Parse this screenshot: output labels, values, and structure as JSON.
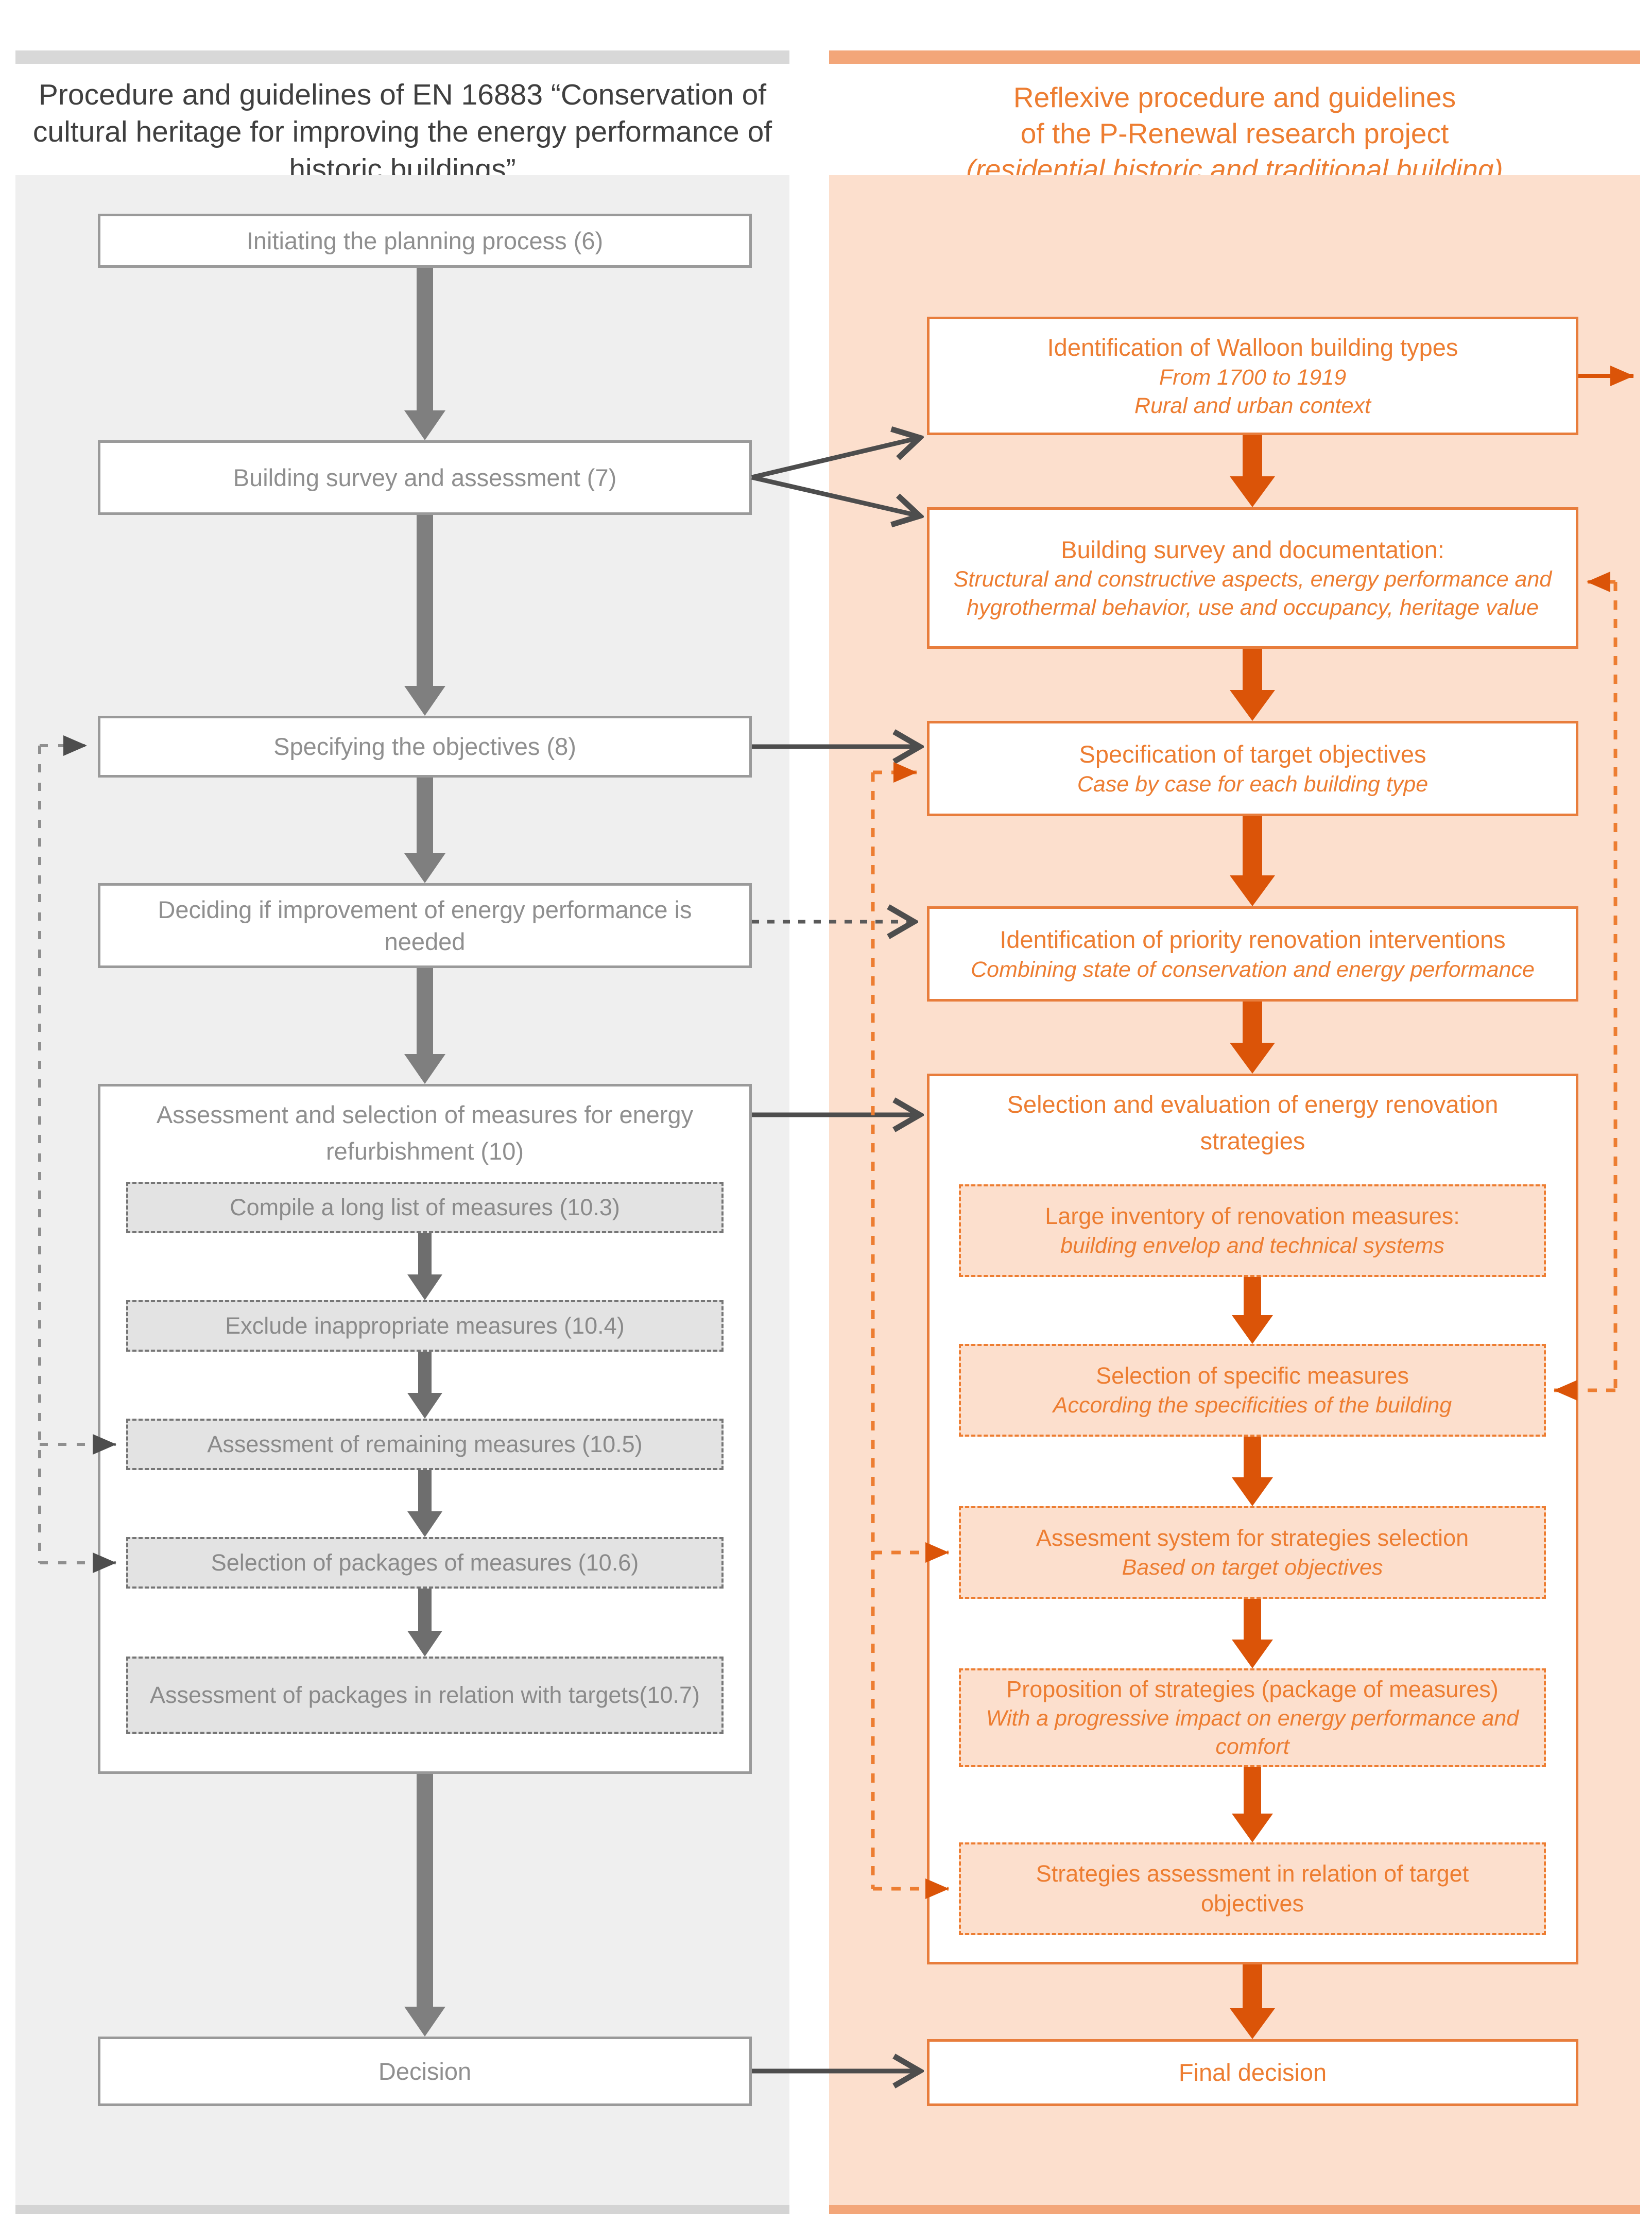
{
  "colors": {
    "accent_orange": "#ED7D31",
    "arrow_orange": "#DB5408",
    "panel_orange": "#fcdfcd",
    "bar_orange": "#f3a679",
    "arrow_gray": "#7f7f7f",
    "line_dark": "#4d4d4d",
    "panel_gray": "#efefef",
    "box_border_gray": "#9a9a9a"
  },
  "left": {
    "header_lines": [
      "Procedure and guidelines of EN 16883 “Conservation of",
      "cultural heritage for improving the energy performance of",
      "historic buildings”"
    ],
    "steps": [
      {
        "label": "Initiating the planning process (6)"
      },
      {
        "label": "Building survey and assessment (7)"
      },
      {
        "label": "Specifying the objectives (8)"
      },
      {
        "label": "Deciding if improvement of energy performance is needed"
      },
      {
        "label": "Decision"
      }
    ],
    "group": {
      "title": "Assessment and selection of measures for energy refurbishment (10)",
      "steps": [
        {
          "label": "Compile a long list of measures (10.3)"
        },
        {
          "label": "Exclude inappropriate measures (10.4)"
        },
        {
          "label": "Assessment of remaining measures (10.5)"
        },
        {
          "label": "Selection of packages of measures (10.6)"
        },
        {
          "label": "Assessment of packages in relation with targets(10.7)"
        }
      ]
    }
  },
  "right": {
    "header_lines": [
      "Reflexive procedure and guidelines",
      "of the P-Renewal research project"
    ],
    "header_note": "(residential historic and traditional building)",
    "steps": [
      {
        "title": "Identification of Walloon building types",
        "sub": "From 1700 to 1919",
        "sub2": "Rural and urban context"
      },
      {
        "title": "Building survey and documentation:",
        "sub": "Structural and constructive aspects, energy performance and hygrothermal behavior, use and occupancy, heritage value"
      },
      {
        "title": "Specification of target objectives",
        "sub": "Case by case for each building type"
      },
      {
        "title": "Identification of priority renovation interventions",
        "sub": "Combining state of conservation and energy performance"
      },
      {
        "title": "Final decision"
      }
    ],
    "group": {
      "title": "Selection and evaluation of energy renovation strategies",
      "steps": [
        {
          "title": "Large inventory of renovation measures:",
          "sub": "building envelop and technical systems"
        },
        {
          "title": "Selection of specific measures",
          "sub": "According the specificities of the building"
        },
        {
          "title": "Assesment system for strategies selection",
          "sub": "Based on target objectives"
        },
        {
          "title": "Proposition of strategies (package of measures)",
          "sub": "With a progressive impact on energy performance and comfort"
        },
        {
          "title": "Strategies assessment in relation of target objectives",
          "sub": ""
        }
      ]
    }
  }
}
